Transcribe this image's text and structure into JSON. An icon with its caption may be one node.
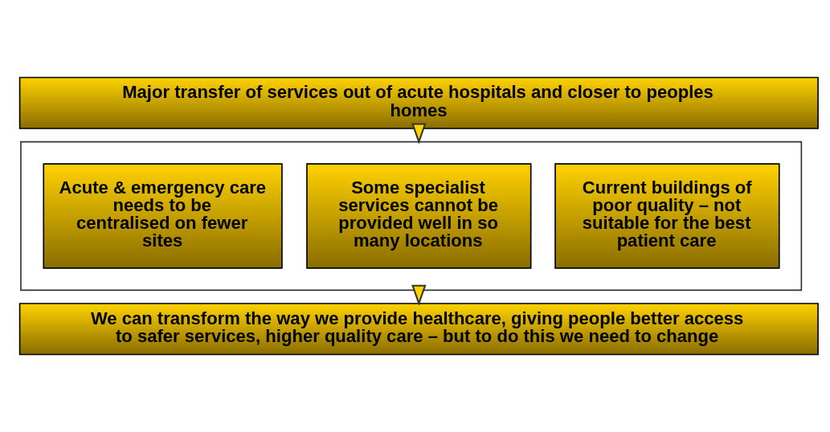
{
  "diagram": {
    "nodes": [
      {
        "text": [
          "Major transfer of services out of acute hospitals and closer to peoples homes"
        ]
      },
      {
        "text": [],
        "shape": "box"
      },
      {
        "text": [
          "Acute & emergency care needs to be centralised on fewer sites"
        ],
        "in": 1
      },
      {
        "text": [
          "Some specialist services cannot be provided well in so many locations"
        ],
        "in": 1
      },
      {
        "text": [
          "Current buildings of poor quality – not suitable for the best patient care"
        ],
        "in": 1
      },
      {
        "text": [
          "We can transform the way we provide healthcare, giving people better access to safer services, higher quality care – but to do this we need to change"
        ]
      }
    ],
    "edges": [
      {
        "from": 0,
        "to": 1,
        "arrow": "to"
      },
      {
        "from": 1,
        "to": 5,
        "arrow": "to"
      }
    ]
  }
}
